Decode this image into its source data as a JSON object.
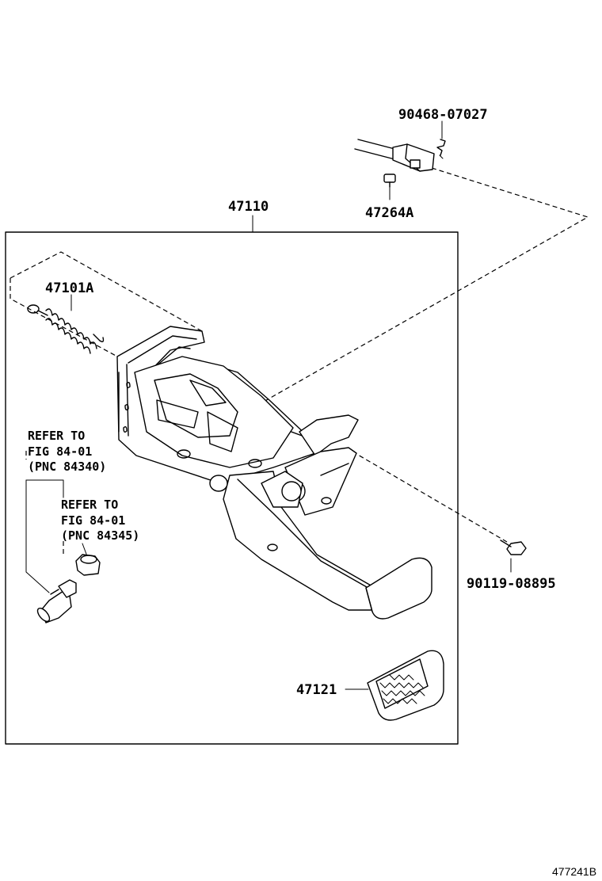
{
  "labels": {
    "assembly": "47110",
    "spring": "47101A",
    "pin": "47264A",
    "clip": "90468-07027",
    "bolt": "90119-08895",
    "pad": "47121"
  },
  "references": {
    "ref1": {
      "line1": "REFER TO",
      "line2": "FIG 84-01",
      "line3": "(PNC 84340)"
    },
    "ref2": {
      "line1": "REFER TO",
      "line2": "FIG 84-01",
      "line3": "(PNC 84345)"
    }
  },
  "figure_id": "477241B"
}
